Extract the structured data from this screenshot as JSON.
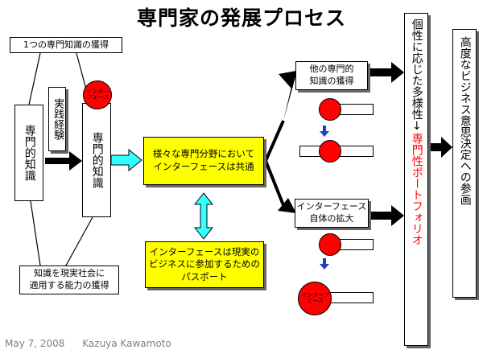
{
  "title": "専門家の発展プロセス",
  "acquire_one": "1つの専門知識の獲得",
  "expert_left": "専門的知識",
  "practice": "実践経験",
  "expert_mid": "専門的知識",
  "interface_circle": "インターフェース",
  "common_interface": "様々な専門分野において\nインターフェースは共通",
  "passport": "インターフェースは現実の\nビジネスに参加するための\nパスポート",
  "apply_ability": "知識を現実社会に\n適用する能力の獲得",
  "other_expertise": "他の専門的\n知識の獲得",
  "interface_expand": "インターフェース\n自体の拡大",
  "diversity_black": "個性に応じた多様性↓",
  "diversity_red": "専門性ポートフォリオ",
  "advanced_decision": "高度なビジネス意思決定への参画",
  "footer_date": "May 7, 2008",
  "footer_author": "Kazuya Kawamoto",
  "colors": {
    "accent_red": "#ff0000",
    "highlight": "#ffff00",
    "cyan_arrow": "#33ffff",
    "blue_arrow": "#1f3fbf"
  }
}
